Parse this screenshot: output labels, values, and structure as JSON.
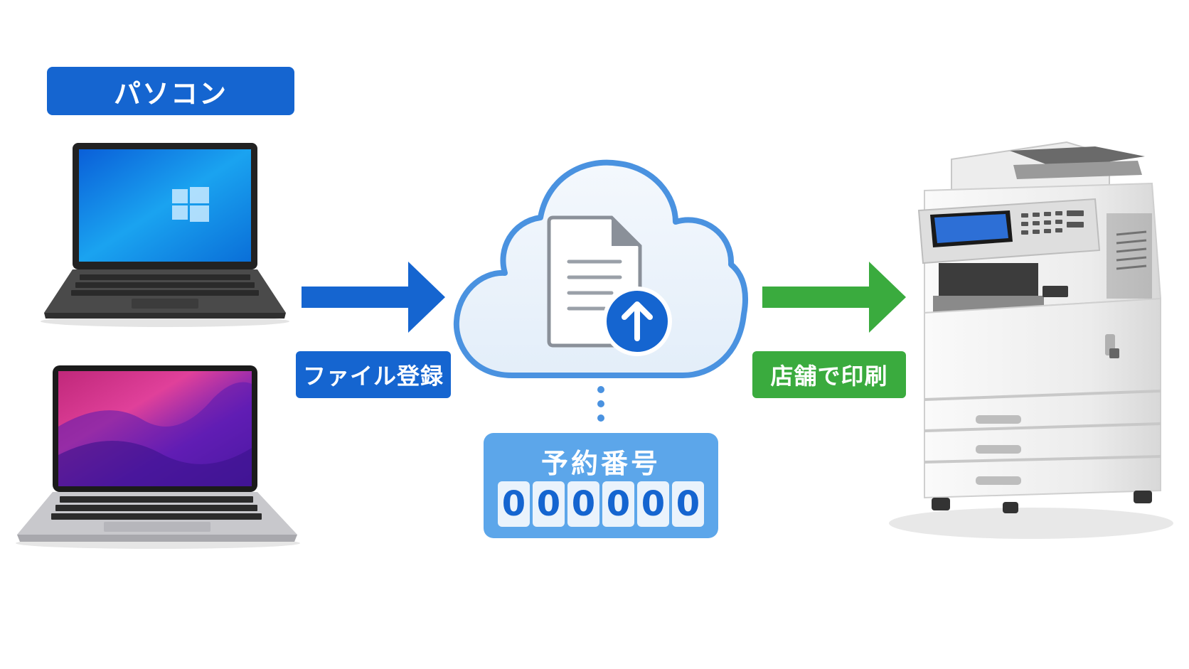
{
  "labels": {
    "pc": "パソコン",
    "upload": "ファイル登録",
    "print": "店舗で印刷"
  },
  "reservation": {
    "title": "予約番号",
    "digits": [
      "0",
      "0",
      "0",
      "0",
      "0",
      "0"
    ]
  },
  "colors": {
    "blue": "#1565d0",
    "light_blue": "#5ca6ea",
    "green": "#3aab3e"
  },
  "icons": [
    "windows-laptop-icon",
    "macbook-icon",
    "cloud-icon",
    "document-icon",
    "upload-arrow-icon",
    "multifunction-printer-icon"
  ]
}
